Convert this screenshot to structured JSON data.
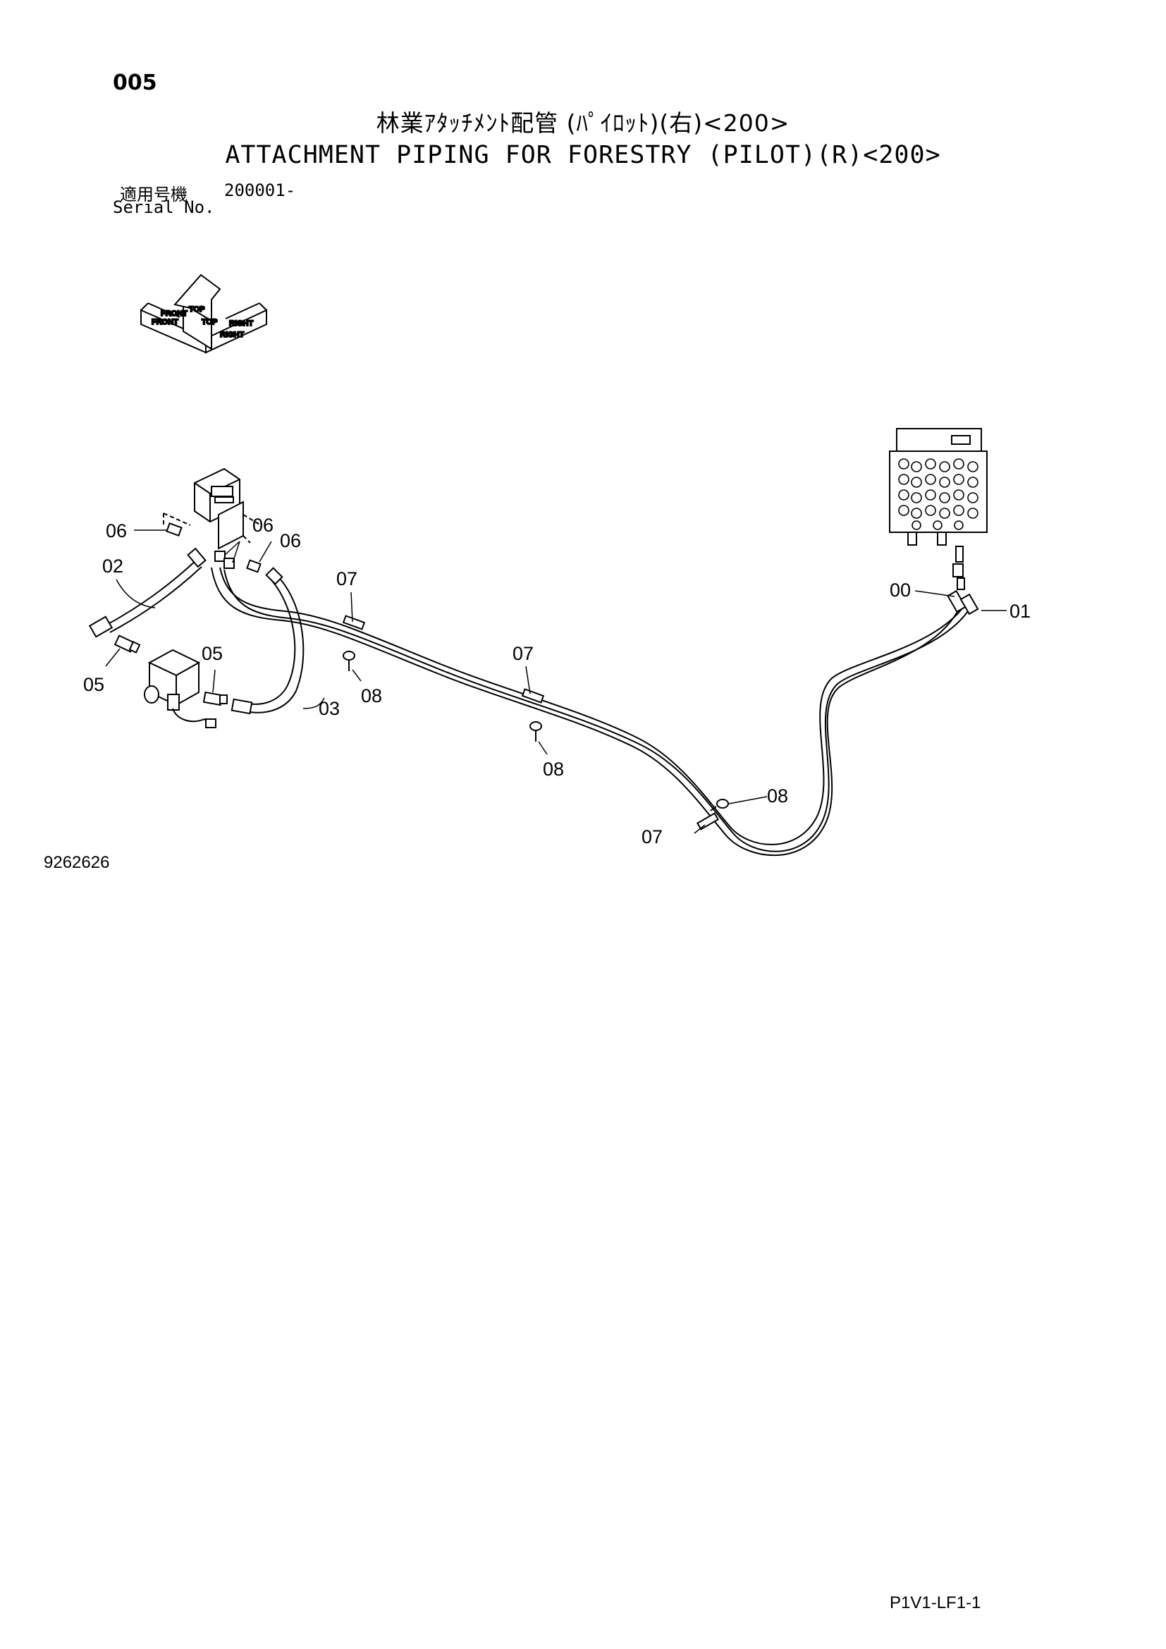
{
  "header": {
    "page_number": "005",
    "title_jp": "林業ｱﾀｯﾁﾒﾝﾄ配管 (ﾊﾟｲﾛｯﾄ)(右)<200>",
    "title_en": "ATTACHMENT PIPING FOR FORESTRY (PILOT)(R)<200>",
    "serial_label_jp": "適用号機",
    "serial_value": "200001-",
    "serial_label_en": "Serial No."
  },
  "orientation": {
    "labels": [
      "TOP",
      "FRONT",
      "RIGHT",
      "FRONT",
      "TOP",
      "RIGHT"
    ]
  },
  "callouts": [
    "06",
    "02",
    "05",
    "05",
    "06",
    "06",
    "03",
    "07",
    "08",
    "07",
    "08",
    "07",
    "08",
    "00",
    "01"
  ],
  "footer": {
    "drawing_number": "9262626",
    "page_code": "P1V1-LF1-1"
  }
}
